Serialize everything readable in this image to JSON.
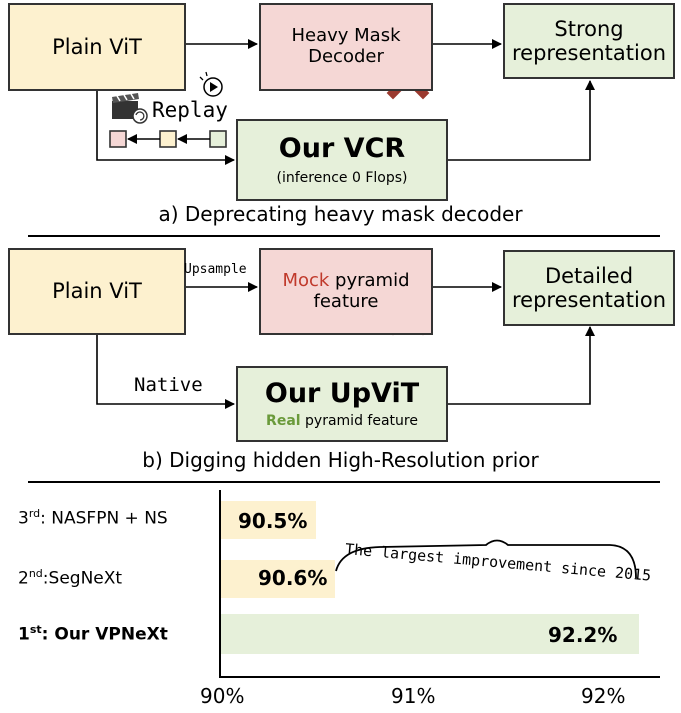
{
  "top": {
    "plain_vit": "Plain ViT",
    "decoder_line1": "Heavy Mask",
    "decoder_line2": "Decoder",
    "strong_line1": "Strong",
    "strong_line2": "representation",
    "replay": "Replay",
    "vcr_title": "Our VCR",
    "vcr_sub": "(inference 0 Flops)",
    "caption": "a) Deprecating heavy mask decoder"
  },
  "middle": {
    "plain_vit": "Plain ViT",
    "upsample": "Upsample",
    "mock_word": "Mock",
    "mock_rest": " pyramid",
    "mock_line2": "feature",
    "detailed_line1": "Detailed",
    "detailed_line2": "representation",
    "native": "Native",
    "upvit_title": "Our UpViT",
    "real_word": "Real",
    "real_rest": " pyramid feature",
    "caption": "b) Digging hidden High-Resolution prior"
  },
  "colors": {
    "yellow": "#fdf1cf",
    "pink": "#f5d7d5",
    "green": "#e6f0da",
    "cross": "#9b3a2f",
    "mock_red": "#c0392b",
    "real_green": "#6a9a3a"
  },
  "chart_data": {
    "type": "bar",
    "orientation": "horizontal",
    "categories": [
      {
        "rank": "3",
        "rank_suffix": "rd",
        "name": ": NASFPN + NS",
        "bold": false
      },
      {
        "rank": "2",
        "rank_suffix": "nd",
        "name": ":SegNeXt",
        "bold": false
      },
      {
        "rank": "1",
        "rank_suffix": "st",
        "name": ": Our VPNeXt",
        "bold": true
      }
    ],
    "values": [
      90.5,
      90.6,
      92.2
    ],
    "value_labels": [
      "90.5%",
      "90.6%",
      "92.2%"
    ],
    "xlim": [
      90,
      92.25
    ],
    "xticks": [
      90,
      91,
      92
    ],
    "xtick_labels": [
      "90%",
      "91%",
      "92%"
    ],
    "annotation": "The largest improvement since 2015"
  }
}
